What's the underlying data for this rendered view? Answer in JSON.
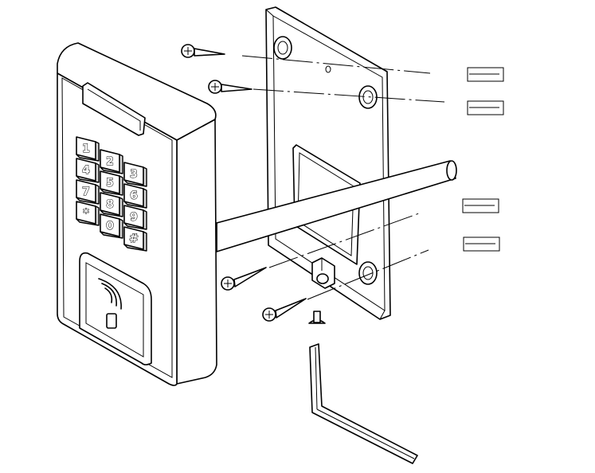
{
  "keypad": {
    "keys": [
      "1",
      "2",
      "3",
      "4",
      "5",
      "6",
      "7",
      "8",
      "9",
      "*",
      "0",
      "#"
    ]
  }
}
